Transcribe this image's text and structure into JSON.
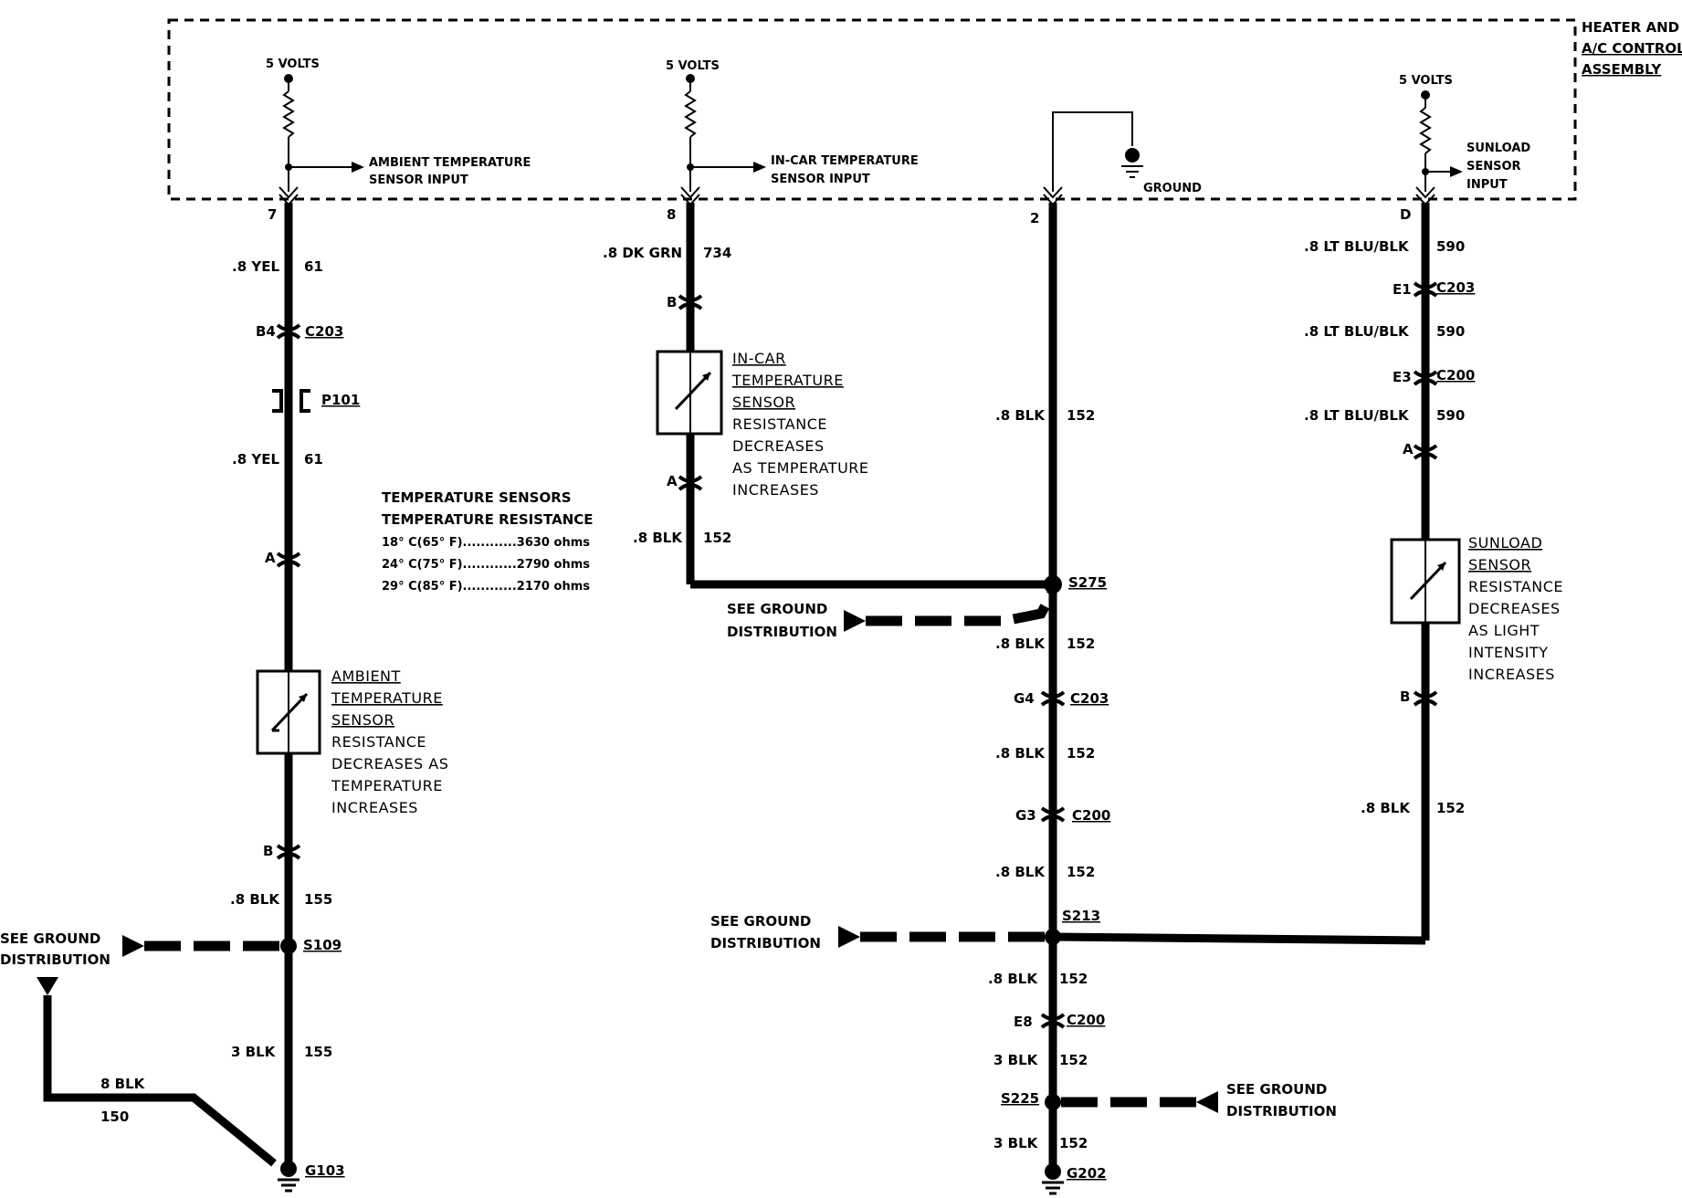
{
  "assembly": {
    "line1": "HEATER AND",
    "line2": "A/C CONTROL",
    "line3": "ASSEMBLY"
  },
  "supply": {
    "label": "5 VOLTS"
  },
  "inputs": {
    "ambient_line1": "AMBIENT TEMPERATURE",
    "ambient_line2": "SENSOR INPUT",
    "incar_line1": "IN-CAR TEMPERATURE",
    "incar_line2": "SENSOR INPUT",
    "sunload_line1": "SUNLOAD",
    "sunload_line2": "SENSOR",
    "sunload_line3": "INPUT",
    "ground": "GROUND"
  },
  "pins": {
    "p7": "7",
    "p8": "8",
    "p2": "2",
    "pD": "D"
  },
  "wires": {
    "yel": ".8 YEL",
    "c61": "61",
    "dkgrn": ".8 DK GRN",
    "c734": "734",
    "blk": ".8 BLK",
    "c152": "152",
    "c155": "155",
    "c150": "150",
    "ltblu": ".8 LT BLU/BLK",
    "c590": "590",
    "blk3": "3 BLK",
    "blk8": "8 BLK"
  },
  "connectors": {
    "B4": "B4",
    "C203": "C203",
    "P101": "P101",
    "A": "A",
    "B": "B",
    "E1": "E1",
    "E3": "E3",
    "C200": "C200",
    "G4": "G4",
    "G3": "G3",
    "E8": "E8"
  },
  "splices": {
    "S109": "S109",
    "S275": "S275",
    "S213": "S213",
    "S225": "S225"
  },
  "grounds": {
    "G103": "G103",
    "G202": "G202"
  },
  "ground_ref": {
    "line1": "SEE GROUND",
    "line2": "DISTRIBUTION"
  },
  "sensors": {
    "ambient": [
      "AMBIENT",
      "TEMPERATURE",
      "SENSOR",
      "RESISTANCE",
      "DECREASES AS",
      "TEMPERATURE",
      "INCREASES"
    ],
    "incar": [
      "IN-CAR",
      "TEMPERATURE",
      "SENSOR",
      "RESISTANCE",
      "DECREASES",
      "AS TEMPERATURE",
      "INCREASES"
    ],
    "sunload": [
      "SUNLOAD",
      "SENSOR",
      "RESISTANCE",
      "DECREASES",
      "AS LIGHT",
      "INTENSITY",
      "INCREASES"
    ]
  },
  "table": {
    "title1": "TEMPERATURE SENSORS",
    "title2": "TEMPERATURE RESISTANCE",
    "rows": [
      "18° C(65° F)............3630 ohms",
      "24° C(75° F)............2790 ohms",
      "29° C(85° F)............2170 ohms"
    ]
  }
}
